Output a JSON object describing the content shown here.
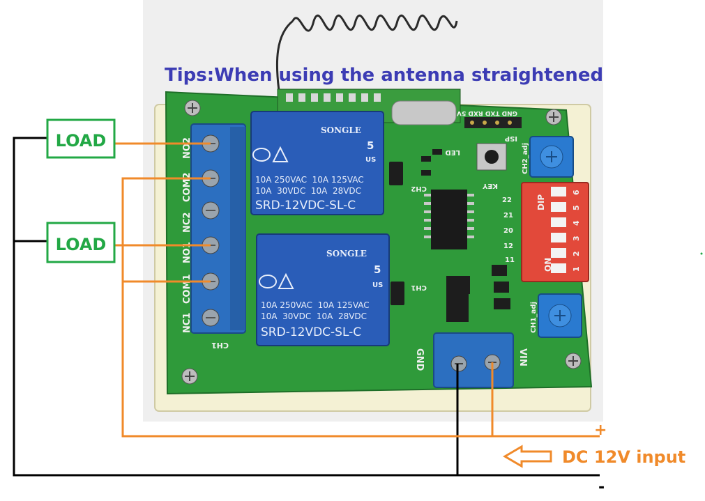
{
  "tips": "Tips:When using the antenna straightened",
  "loads": [
    "LOAD",
    "LOAD"
  ],
  "power": {
    "plus": "+",
    "minus": "-",
    "input_label": "DC 12V input"
  },
  "board": {
    "terminal_labels": [
      "NO2",
      "COM2",
      "NC2",
      "NO1",
      "COM1",
      "NC1"
    ],
    "channel_label": "CH1",
    "gnd_label": "GND",
    "vin_label": "VIN",
    "led_label": "LED",
    "key_label": "KEY",
    "ch1_label": "CH1",
    "ch2_label": "CH2",
    "ch1_adj_label": "CH1_adj",
    "ch2_adj_label": "CH2_adj",
    "isp_label": "ISP",
    "isp_pins": "GND TXD RXD 5V",
    "dip_label": "DIP",
    "dip_on": "ON",
    "dip_numbers": [
      "1",
      "2",
      "3",
      "4",
      "5",
      "6"
    ],
    "ic_pins": [
      "22",
      "21",
      "20",
      "12",
      "11"
    ]
  },
  "relays": [
    {
      "brand": "SONGLE",
      "line1": "10A 250VAC  10A 125VAC",
      "line2": "10A  30VDC  10A  28VDC",
      "model": "SRD-12VDC-SL-C",
      "ul_num": "5",
      "us": "US"
    },
    {
      "brand": "SONGLE",
      "line1": "10A 250VAC  10A 125VAC",
      "line2": "10A  30VDC  10A  28VDC",
      "model": "SRD-12VDC-SL-C",
      "ul_num": "5",
      "us": "US"
    }
  ],
  "colors": {
    "tips": "#3c3cb4",
    "load": "#22a845",
    "orange": "#f08a2a",
    "black": "#000000",
    "pcb": "#2f9a3a",
    "relay": "#2a5db8",
    "terminal": "#2c6fc0",
    "dip": "#e2493a",
    "pot": "#2a7ad0"
  }
}
